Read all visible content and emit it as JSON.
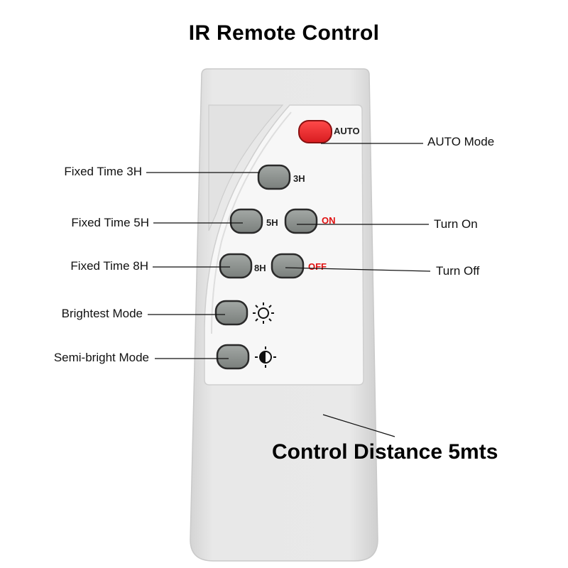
{
  "title": "IR Remote Control",
  "buttons": {
    "auto": "AUTO",
    "h3": "3H",
    "h5": "5H",
    "on": "ON",
    "h8": "8H",
    "off": "OFF"
  },
  "labels": {
    "auto_mode": "AUTO Mode",
    "fixed_3h": "Fixed Time 3H",
    "fixed_5h": "Fixed Time 5H",
    "turn_on": "Turn On",
    "fixed_8h": "Fixed Time 8H",
    "turn_off": "Turn Off",
    "brightest": "Brightest Mode",
    "semi_bright": "Semi-bright Mode",
    "distance": "Control Distance 5mts"
  },
  "icons": {
    "brightest": "sun-icon",
    "semi_bright": "half-sun-icon"
  },
  "colors": {
    "auto_button": "#e8282c",
    "mode_button": "#8c918e",
    "remote_body": "#e6e6e6",
    "accent_text": "#e01010"
  }
}
